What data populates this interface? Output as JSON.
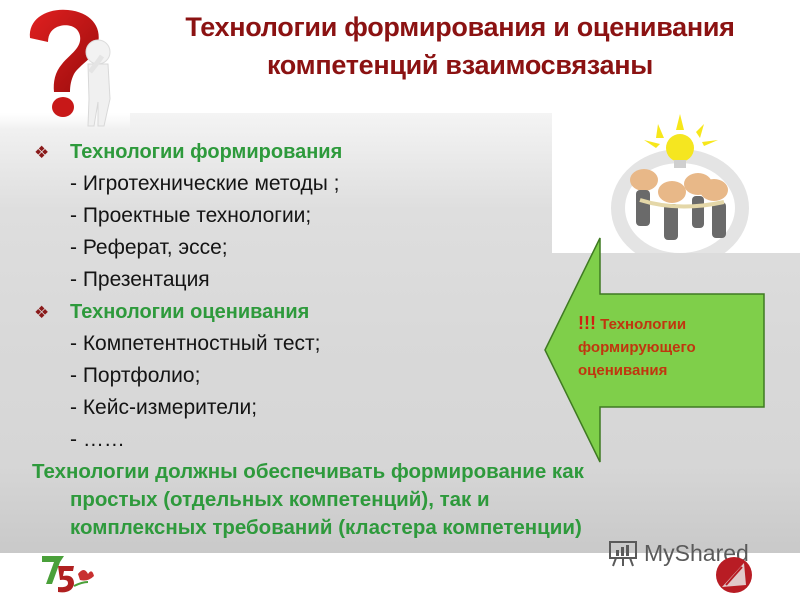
{
  "slide": {
    "title_lines": [
      "Технологии формирования и оценивания",
      "компетенций взаимосвязаны"
    ],
    "sections": [
      {
        "heading": "Технологии формирования",
        "items": [
          "- Игротехнические  методы ;",
          "- Проектные  технологии;",
          "- Реферат,  эссе;",
          "- Презентация"
        ]
      },
      {
        "heading": "Технологии оценивания",
        "items": [
          "- Компетентностный тест;",
          "- Портфолио;",
          "- Кейс-измерители;",
          "- ……"
        ]
      }
    ],
    "conclusion_lines": [
      "Технологии должны  обеспечивать формирование как",
      "простых (отдельных  компетенций), так и",
      "комплексных требований (кластера компетенции)"
    ],
    "callout": {
      "exclamation": "!!!",
      "lines": [
        "Технологии",
        "формирующего",
        "оценивания"
      ]
    },
    "watermark": "MyShared",
    "icons": {
      "bullet": "❖",
      "question_mark": "question-mark-figure",
      "teamwork": "teamwork-lightbulb-illustration",
      "logo_75": "75-anniversary-logo",
      "badge": "institute-badge"
    },
    "colors": {
      "title": "#8b1212",
      "heading_green": "#2e9a3c",
      "bullet": "#8a1a1a",
      "arrow_fill": "#7fcf4a",
      "callout_text": "#c0360f"
    }
  }
}
